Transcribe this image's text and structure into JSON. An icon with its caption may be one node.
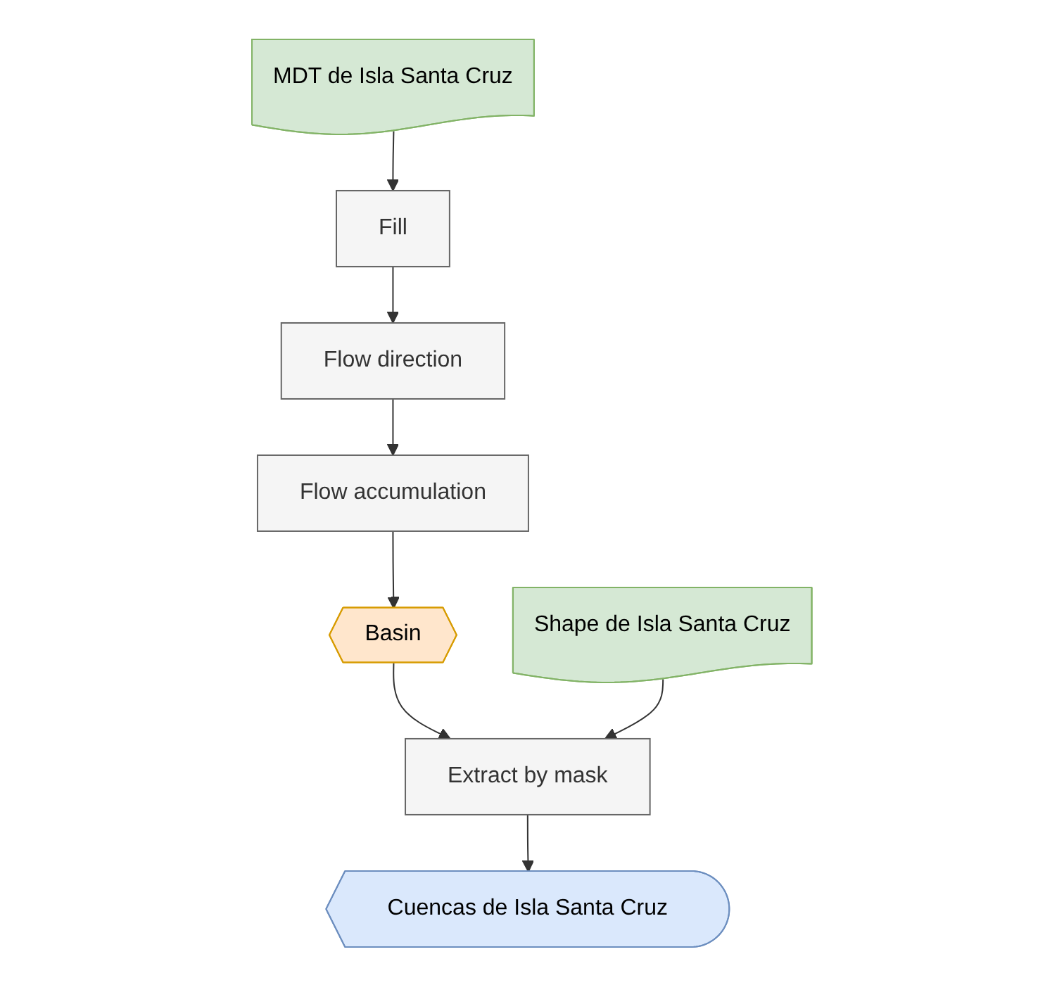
{
  "diagram": {
    "nodes": [
      {
        "text": [
          "MDT de Isla Santa Cruz"
        ]
      },
      {
        "text": [
          "Fill"
        ]
      },
      {
        "text": [
          "Flow direction"
        ]
      },
      {
        "text": [
          "Flow accumulation"
        ]
      },
      {
        "text": [
          "Basin"
        ]
      },
      {
        "text": [
          "Shape de Isla Santa Cruz"
        ]
      },
      {
        "text": [
          "Extract by mask"
        ]
      },
      {
        "text": [
          "Cuencas de Isla Santa Cruz"
        ]
      }
    ],
    "edges": [
      {
        "from": 0,
        "to": 1,
        "arrow": "to"
      },
      {
        "from": 1,
        "to": 2,
        "arrow": "to"
      },
      {
        "from": 2,
        "to": 3,
        "arrow": "to"
      },
      {
        "from": 3,
        "to": 4,
        "arrow": "to"
      },
      {
        "from": 4,
        "to": 6,
        "arrow": "to"
      },
      {
        "from": 5,
        "to": 6,
        "arrow": "to"
      },
      {
        "from": 6,
        "to": 7,
        "arrow": "to"
      }
    ]
  }
}
